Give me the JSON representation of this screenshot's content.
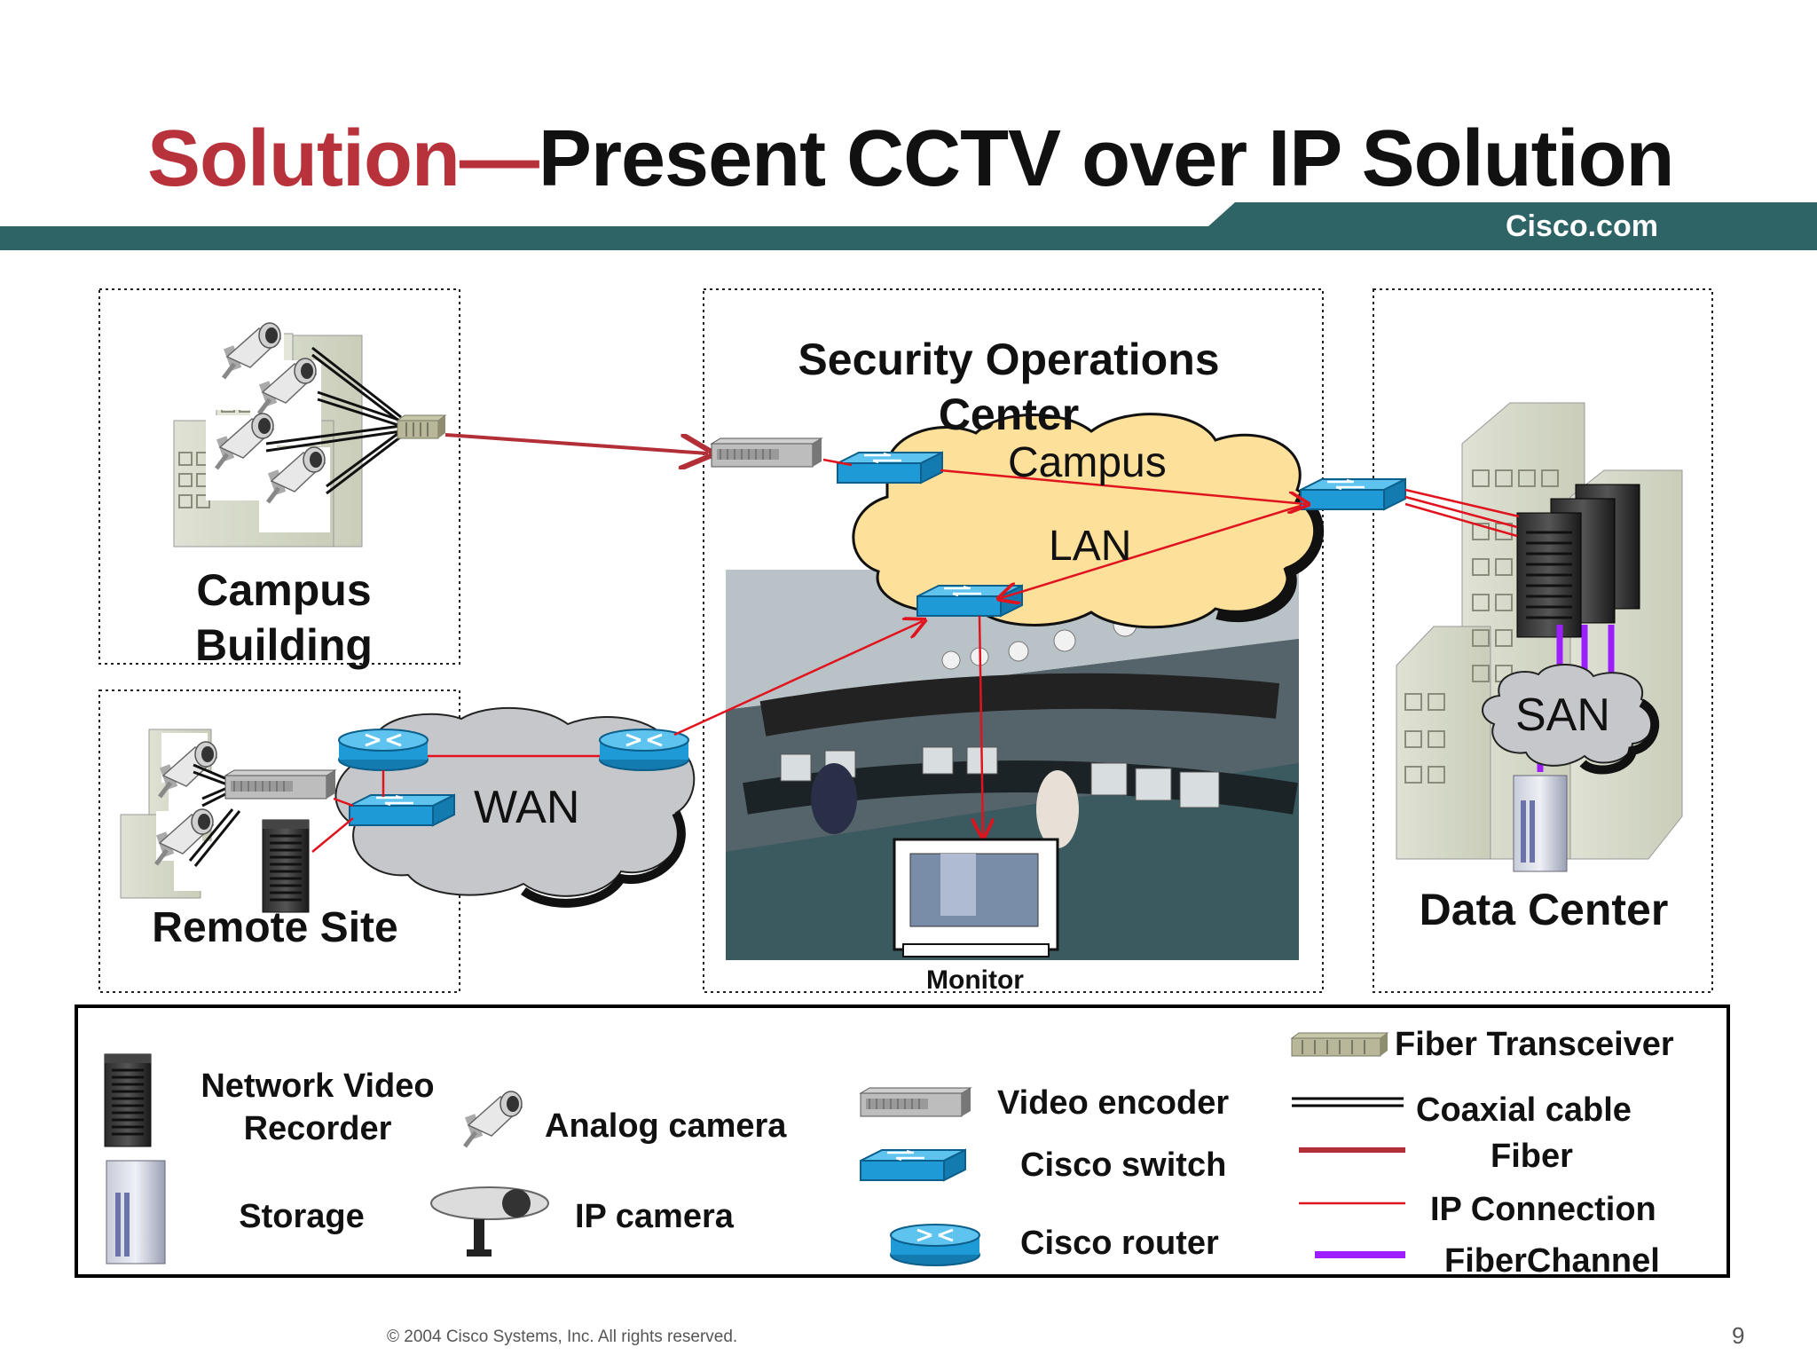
{
  "slide": {
    "title_red": "Solution—",
    "title_dark": "Present CCTV over IP Solution",
    "site": "Cisco.com",
    "copyright": "© 2004 Cisco Systems, Inc. All rights reserved.",
    "page_number": "9"
  },
  "panels": {
    "campus_line1": "Campus",
    "campus_line2": "Building",
    "remote": "Remote Site",
    "soc_line1": "Security Operations",
    "soc_line2": "Center",
    "datacenter": "Data Center",
    "monitor": "Monitor"
  },
  "clouds": {
    "campus_lan_line1": "Campus",
    "campus_lan_line2": "LAN",
    "wan": "WAN",
    "san": "SAN"
  },
  "legend": {
    "nvr_line1": "Network Video",
    "nvr_line2": "Recorder",
    "storage": "Storage",
    "analog_camera": "Analog camera",
    "ip_camera": "IP camera",
    "video_encoder": "Video encoder",
    "cisco_switch": "Cisco switch",
    "cisco_router": "Cisco router",
    "fiber_transceiver": "Fiber Transceiver",
    "coaxial_cable": "Coaxial cable",
    "fiber": "Fiber",
    "ip_connection": "IP Connection",
    "fiberchannel": "FiberChannel"
  },
  "colors": {
    "title_red": "#b8323b",
    "banner_teal": "#2e6466",
    "fiber": "#b22f37",
    "ip_connection": "#e0141e",
    "fiberchannel": "#9d1fff",
    "switch_blue": "#1e9ad6"
  }
}
